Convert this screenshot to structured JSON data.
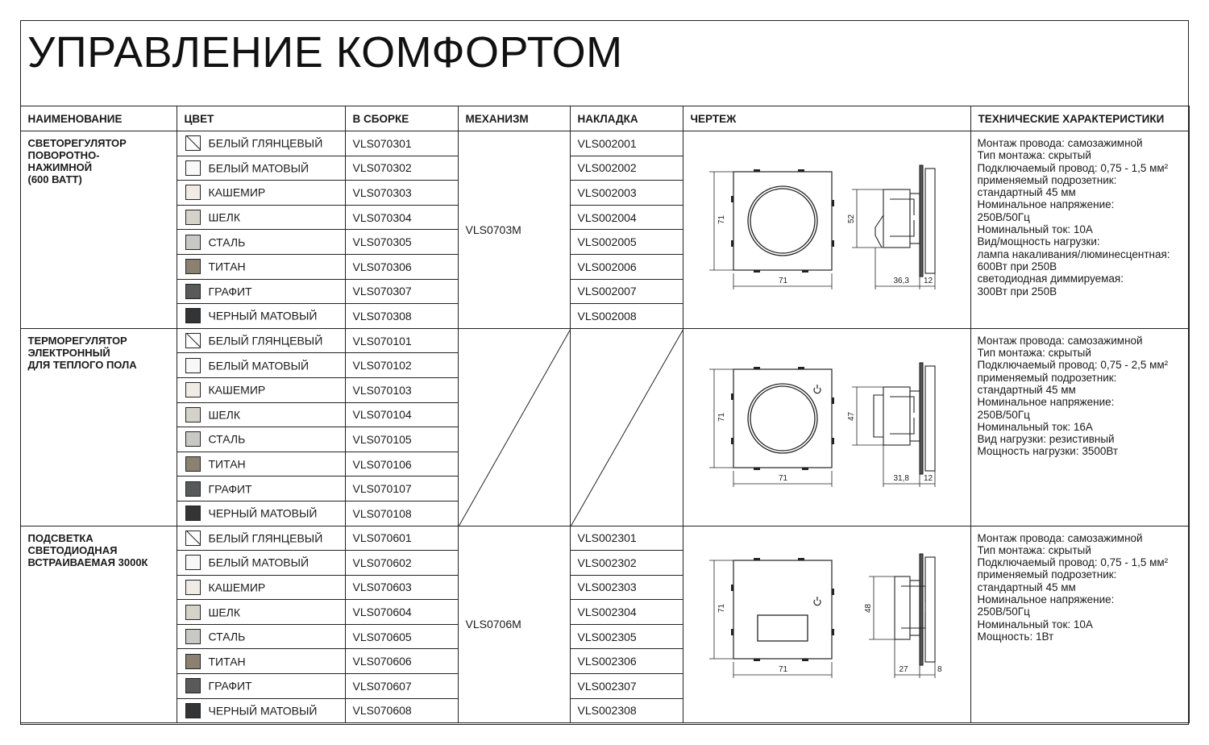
{
  "title": "УПРАВЛЕНИЕ КОМФОРТОМ",
  "headers": [
    "НАИМЕНОВАНИЕ",
    "ЦВЕТ",
    "В СБОРКЕ",
    "МЕХАНИЗМ",
    "НАКЛАДКА",
    "ЧЕРТЕЖ",
    "ТЕХНИЧЕСКИЕ ХАРАКТЕРИСТИКИ"
  ],
  "colors": [
    {
      "label": "БЕЛЫЙ ГЛЯНЦЕВЫЙ",
      "hex": "#ffffff",
      "gloss": true
    },
    {
      "label": "БЕЛЫЙ МАТОВЫЙ",
      "hex": "#f8f8f8"
    },
    {
      "label": "КАШЕМИР",
      "hex": "#f1ebe6"
    },
    {
      "label": "ШЕЛК",
      "hex": "#d5d3c9"
    },
    {
      "label": "СТАЛЬ",
      "hex": "#c8c8c5"
    },
    {
      "label": "ТИТАН",
      "hex": "#8c8171"
    },
    {
      "label": "ГРАФИТ",
      "hex": "#58595b"
    },
    {
      "label": "ЧЕРНЫЙ МАТОВЫЙ",
      "hex": "#333436"
    }
  ],
  "products": [
    {
      "name": "СВЕТОРЕГУЛЯТОР\nПОВОРОТНО-\nНАЖИМНОЙ\n(600 ВАТТ)",
      "mechanism": "VLS0703M",
      "assembly": [
        "VLS070301",
        "VLS070302",
        "VLS070303",
        "VLS070304",
        "VLS070305",
        "VLS070306",
        "VLS070307",
        "VLS070308"
      ],
      "overlay": [
        "VLS002001",
        "VLS002002",
        "VLS002003",
        "VLS002004",
        "VLS002005",
        "VLS002006",
        "VLS002007",
        "VLS002008"
      ],
      "drawing": {
        "type": "dial",
        "w": "71",
        "h": "71",
        "depth_h": "52",
        "depth": "36,3",
        "front": "12"
      },
      "specs": "Монтаж провода: самозажимной\nТип монтажа: скрытый\nПодключаемый провод: 0,75 - 1,5 мм²\nприменяемый подрозетник:\nстандартный 45 мм\nНоминальное напряжение:\n250В/50Гц\nНоминальный ток: 10А\nВид/мощность нагрузки:\nлампа накаливания/люминесцентная:\n600Вт при 250В\nсветодиодная диммируемая:\n300Вт при 250В"
    },
    {
      "name": "ТЕРМОРЕГУЛЯТОР\nЭЛЕКТРОННЫЙ\nДЛЯ ТЕПЛОГО ПОЛА",
      "mechanism": "",
      "assembly": [
        "VLS070101",
        "VLS070102",
        "VLS070103",
        "VLS070104",
        "VLS070105",
        "VLS070106",
        "VLS070107",
        "VLS070108"
      ],
      "overlay": [],
      "drawing": {
        "type": "thermo",
        "w": "71",
        "h": "71",
        "depth_h": "47",
        "depth": "31,8",
        "front": "12"
      },
      "specs": "Монтаж провода: самозажимной\nТип монтажа: скрытый\nПодключаемый провод: 0,75 - 2,5 мм²\nприменяемый подрозетник:\nстандартный 45 мм\nНоминальное напряжение:\n250В/50Гц\nНоминальный ток: 16А\nВид нагрузки: резистивный\nМощность нагрузки: 3500Вт"
    },
    {
      "name": "ПОДСВЕТКА\nСВЕТОДИОДНАЯ\nВСТРАИВАЕМАЯ 3000К",
      "mechanism": "VLS0706M",
      "assembly": [
        "VLS070601",
        "VLS070602",
        "VLS070603",
        "VLS070604",
        "VLS070605",
        "VLS070606",
        "VLS070607",
        "VLS070608"
      ],
      "overlay": [
        "VLS002301",
        "VLS002302",
        "VLS002303",
        "VLS002304",
        "VLS002305",
        "VLS002306",
        "VLS002307",
        "VLS002308"
      ],
      "drawing": {
        "type": "led",
        "w": "71",
        "h": "71",
        "depth_h": "48",
        "depth": "27",
        "front": "8"
      },
      "specs": "Монтаж провода: самозажимной\nТип монтажа: скрытый\nПодключаемый провод: 0,75 - 1,5 мм²\nприменяемый подрозетник:\nстандартный 45 мм\nНоминальное напряжение:\n250В/50Гц\nНоминальный ток: 10А\nМощность: 1Вт"
    }
  ]
}
